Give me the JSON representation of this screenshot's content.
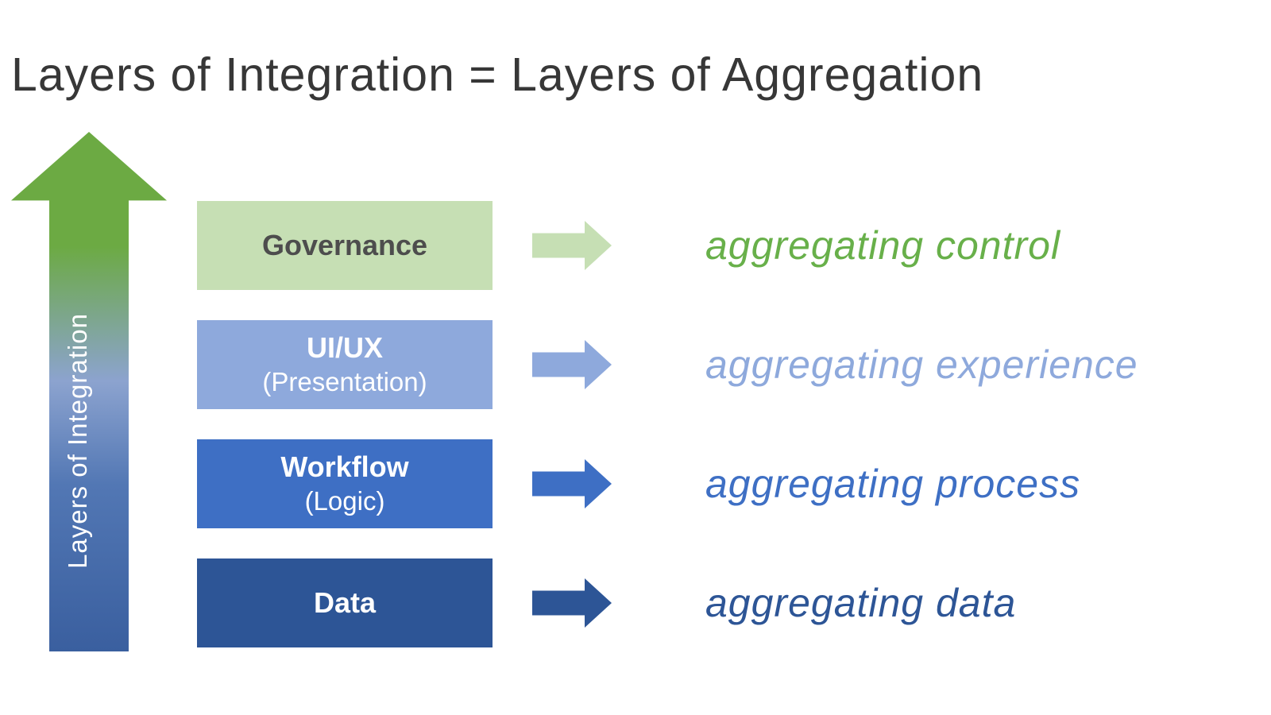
{
  "title": "Layers of Integration = Layers of Aggregation",
  "vertical_arrow": {
    "label": "Layers of Integration",
    "gradient_colors": [
      "#6caa43",
      "#8ca3cf",
      "#5277b4",
      "#3a5f9f"
    ]
  },
  "layers": [
    {
      "title": "Governance",
      "box_color": "#c6dfb4",
      "text_color": "#4d4d4d",
      "arrow_color": "#c6dfb4",
      "aggregation": "aggregating control",
      "aggregation_color": "#68b04a"
    },
    {
      "title": "UI/UX",
      "subtitle": "(Presentation)",
      "box_color": "#8ea9dc",
      "text_color": "#ffffff",
      "arrow_color": "#8ea9dc",
      "aggregation": "aggregating experience",
      "aggregation_color": "#8ea9dc"
    },
    {
      "title": "Workflow",
      "subtitle": "(Logic)",
      "box_color": "#3e6fc4",
      "text_color": "#ffffff",
      "arrow_color": "#3e6fc4",
      "aggregation": "aggregating process",
      "aggregation_color": "#3e6fc4"
    },
    {
      "title": "Data",
      "box_color": "#2d5596",
      "text_color": "#ffffff",
      "arrow_color": "#2d5596",
      "aggregation": "aggregating data",
      "aggregation_color": "#2d5596"
    }
  ]
}
